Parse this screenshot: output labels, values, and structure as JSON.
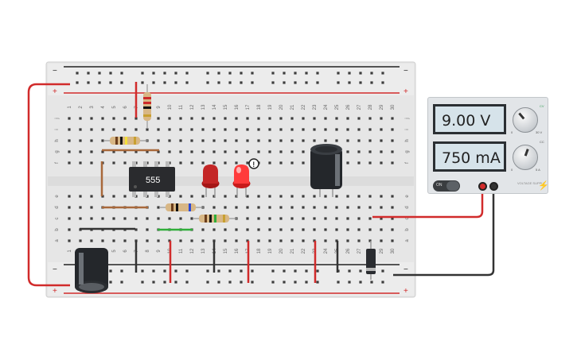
{
  "breadboard": {
    "rail_minus": "−",
    "rail_plus": "+",
    "column_numbers": [
      "1",
      "2",
      "3",
      "4",
      "5",
      "6",
      "7",
      "8",
      "9",
      "10",
      "11",
      "12",
      "13",
      "14",
      "15",
      "16",
      "17",
      "18",
      "19",
      "20",
      "21",
      "22",
      "23",
      "24",
      "25",
      "26",
      "27",
      "28",
      "29",
      "30"
    ],
    "rows_top": [
      "j",
      "i",
      "h",
      "g",
      "f"
    ],
    "rows_bottom": [
      "e",
      "d",
      "c",
      "b",
      "a"
    ]
  },
  "chip": {
    "label": "555"
  },
  "warning": {
    "symbol": "!"
  },
  "power_supply": {
    "voltage_display": "9.00 V",
    "current_display": "750 mA",
    "switch_label": "ON",
    "knob1_min": "0",
    "knob1_max": "30 V",
    "knob2_min": "0",
    "knob2_max": "5 A",
    "mode_cv": "CV",
    "mode_cc": "CC",
    "brand": "VOLTAGE SUPPLY"
  },
  "colors": {
    "board": "#e8e8e8",
    "wire_red": "#d12b2b",
    "wire_black": "#333333",
    "wire_brown": "#a8683a",
    "wire_green": "#2fae3a",
    "led_red": "#c8201e"
  }
}
